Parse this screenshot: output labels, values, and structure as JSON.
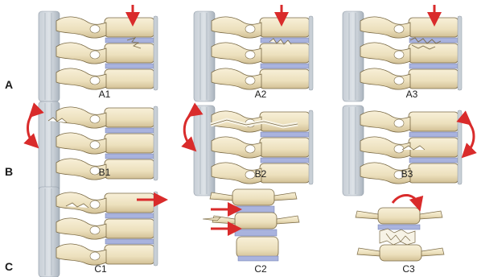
{
  "rows": [
    {
      "label": "A",
      "panels": [
        "A1",
        "A2",
        "A3"
      ]
    },
    {
      "label": "B",
      "panels": [
        "B1",
        "B2",
        "B3"
      ]
    },
    {
      "label": "C",
      "panels": [
        "C1",
        "C2",
        "C3"
      ]
    }
  ],
  "colors": {
    "bone": "#efe4c4",
    "bone_shadow": "#c9b88d",
    "bone_outline": "#7a6a45",
    "disc": "#a9b3de",
    "ligament": "#b9c3cc",
    "arrow": "#d92b2b",
    "fracture": "#f7f3e6"
  }
}
